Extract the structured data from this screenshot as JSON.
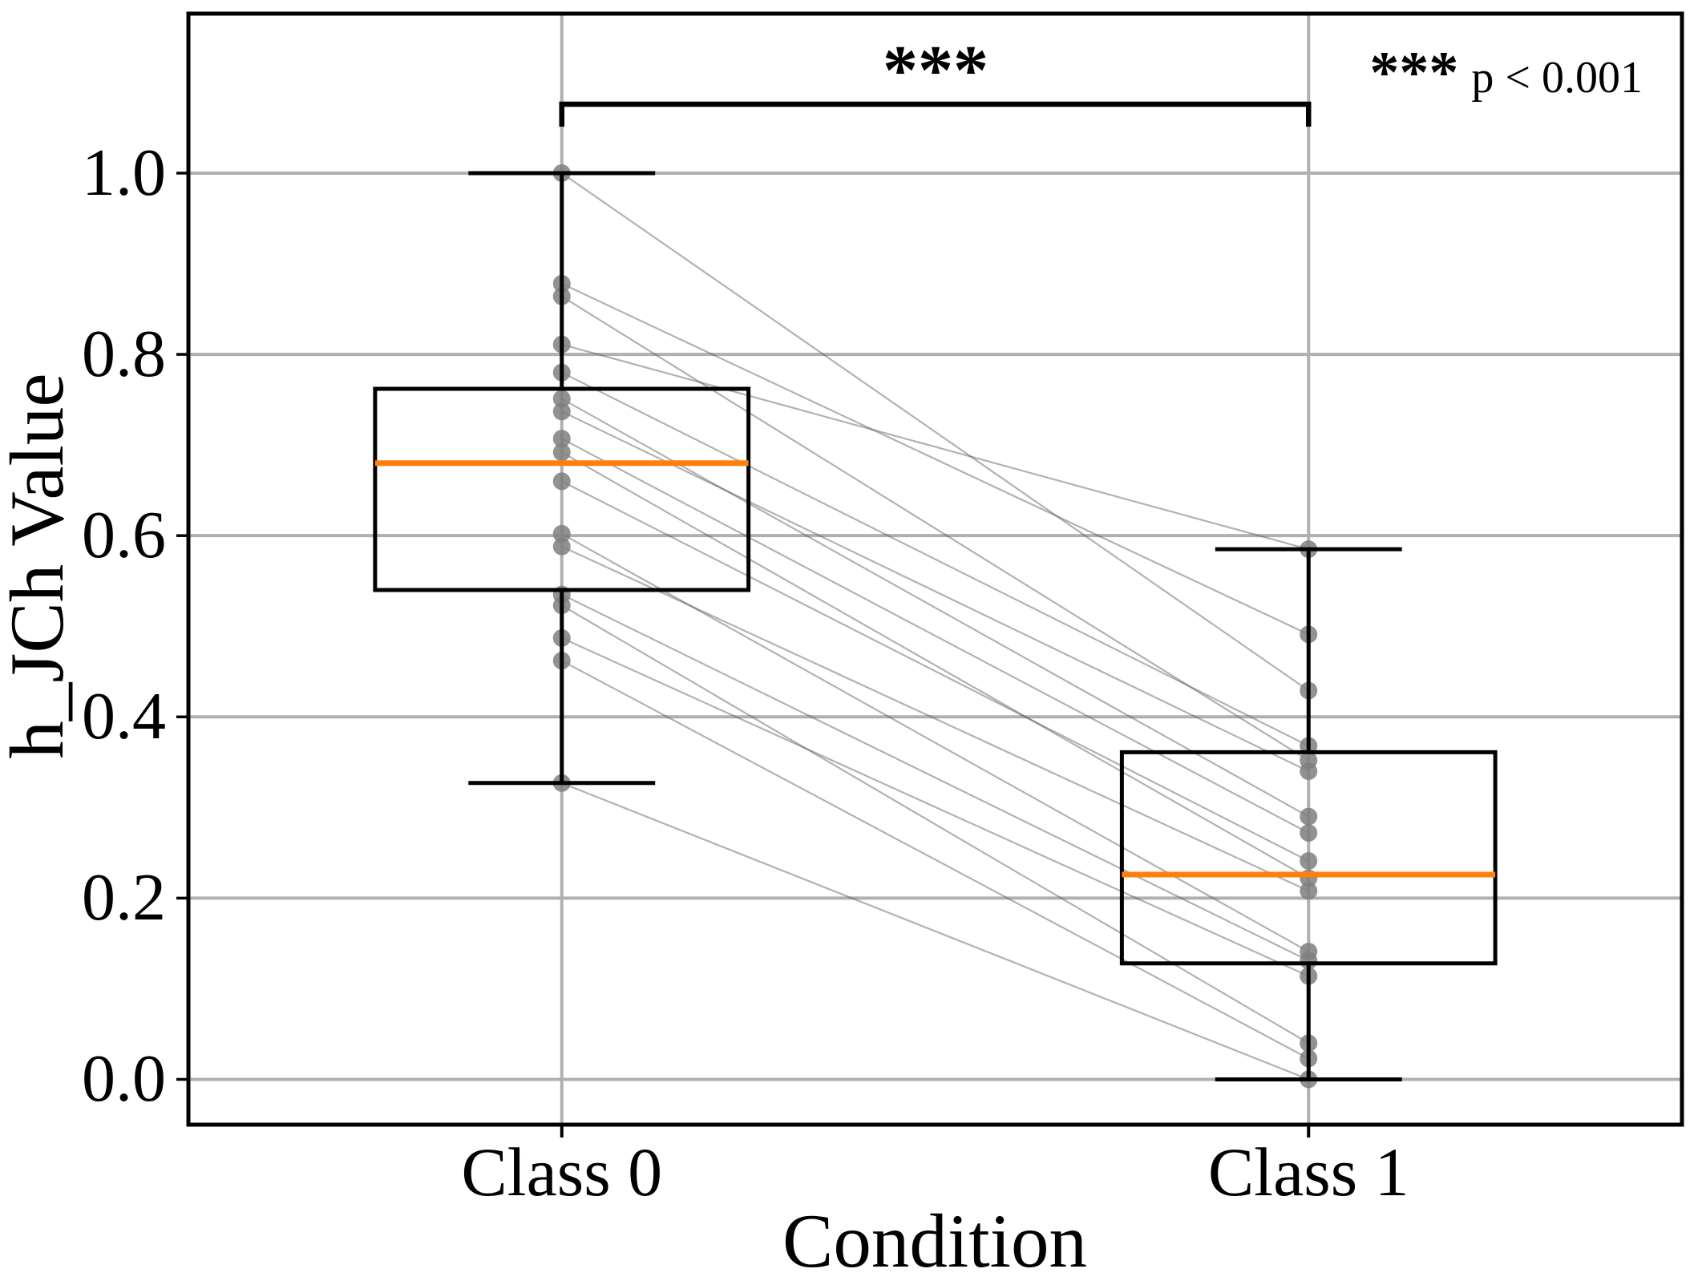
{
  "chart_data": {
    "type": "boxplot",
    "title": "",
    "xlabel": "Condition",
    "ylabel": "h_JCh Value",
    "categories": [
      "Class 0",
      "Class 1"
    ],
    "ytick_labels": [
      "0.0",
      "0.2",
      "0.4",
      "0.6",
      "0.8",
      "1.0"
    ],
    "yticks": [
      0.0,
      0.2,
      0.4,
      0.6,
      0.8,
      1.0
    ],
    "ylim": [
      -0.05,
      1.176
    ],
    "xlim": [
      -0.5,
      1.5
    ],
    "grid": true,
    "legend_position": "top-right",
    "box_width": 0.5,
    "cap_width": 0.25,
    "boxes": [
      {
        "category": "Class 0",
        "whisker_low": 0.327,
        "q1": 0.54,
        "median": 0.68,
        "q3": 0.762,
        "whisker_high": 1.0
      },
      {
        "category": "Class 1",
        "whisker_low": 0.0,
        "q1": 0.128,
        "median": 0.226,
        "q3": 0.361,
        "whisker_high": 0.585
      }
    ],
    "pairs": [
      [
        1.0,
        0.429
      ],
      [
        0.878,
        0.491
      ],
      [
        0.864,
        0.352
      ],
      [
        0.811,
        0.585
      ],
      [
        0.78,
        0.368
      ],
      [
        0.751,
        0.29
      ],
      [
        0.737,
        0.34
      ],
      [
        0.707,
        0.272
      ],
      [
        0.692,
        0.222
      ],
      [
        0.66,
        0.241
      ],
      [
        0.602,
        0.141
      ],
      [
        0.588,
        0.208
      ],
      [
        0.535,
        0.131
      ],
      [
        0.523,
        0.04
      ],
      [
        0.487,
        0.114
      ],
      [
        0.462,
        0.023
      ],
      [
        0.327,
        0.0
      ]
    ],
    "significance": {
      "bracket_label": "***",
      "legend_stars": "***",
      "legend_p": "p < 0.001"
    },
    "colors": {
      "median": "#ff7f0e",
      "box": "#000000",
      "point": "#7f7f7f",
      "pair_line": "#555555",
      "grid": "#b0b0b0",
      "background": "#ffffff"
    }
  }
}
